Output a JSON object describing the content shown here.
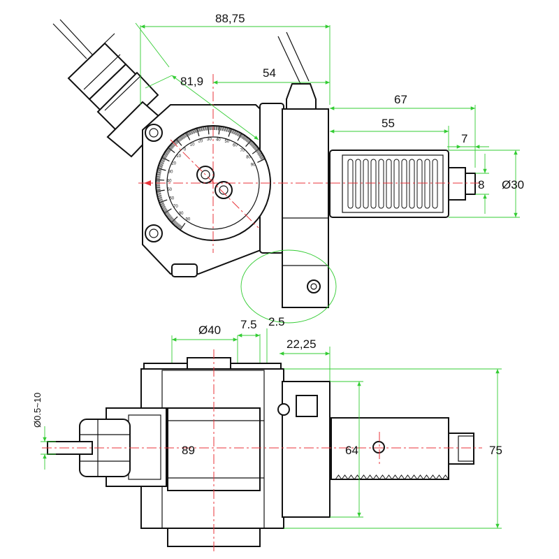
{
  "colors": {
    "dimension": "#33cc33",
    "centerline": "#e8333a",
    "outline": "#111111",
    "background": "#ffffff"
  },
  "top_view": {
    "dims": {
      "overall_width": "88,75",
      "angled_offset": "81,9",
      "spindle_offset": "54",
      "shank_to_end": "67",
      "shank_length": "55",
      "tip_length": "7",
      "tip_diameter": "8",
      "shank_diameter": "Ø30"
    },
    "scale_labels": [
      "90",
      "80",
      "70",
      "60",
      "50",
      "40",
      "30",
      "20",
      "10",
      "0",
      "10",
      "20",
      "30",
      "40",
      "50",
      "60",
      "70",
      "80",
      "90"
    ]
  },
  "side_view": {
    "dims": {
      "collet_diameter": "Ø40",
      "offset_a": "7.5",
      "offset_b": "2.5",
      "flange_offset": "22,25",
      "clamping_range": "Ø0.5~10",
      "body_height": "89",
      "shank_height": "64",
      "overall_height": "75"
    }
  }
}
